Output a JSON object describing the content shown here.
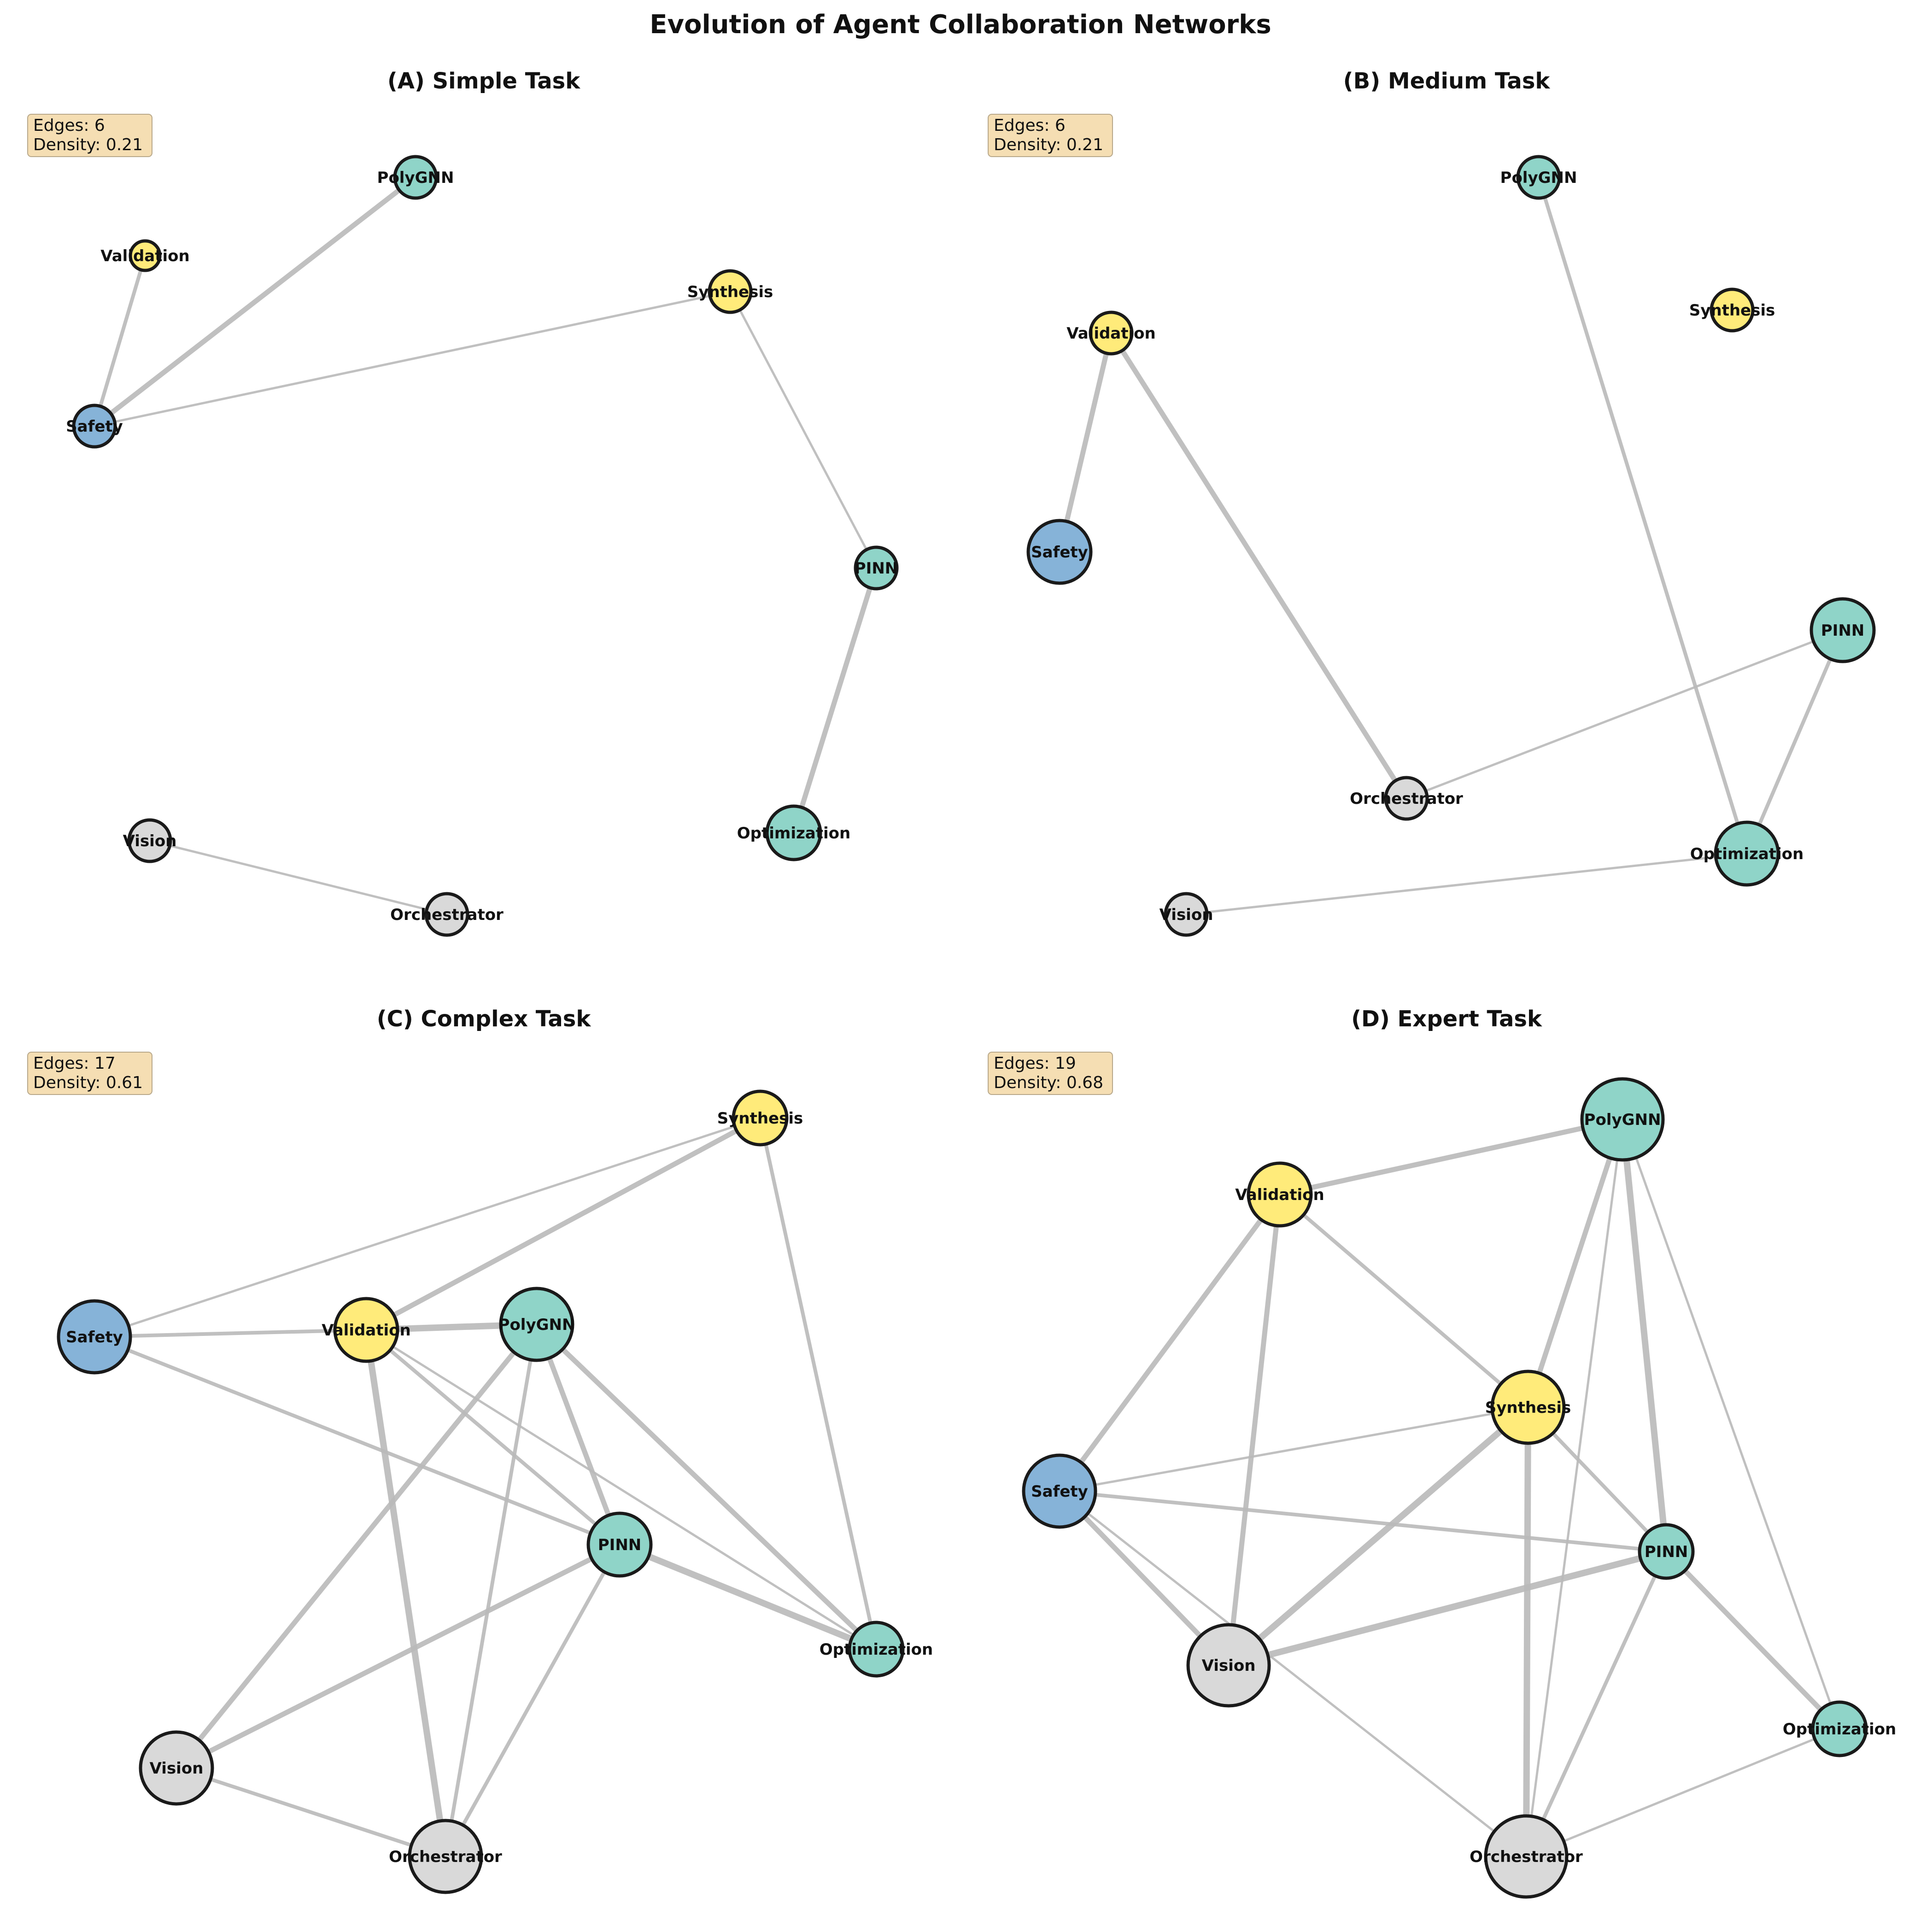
{
  "title": "Evolution of Agent Collaboration Networks",
  "colors": {
    "teal": "#8FD4C8",
    "yellow": "#FFEB7A",
    "blue": "#86B3D8",
    "gray": "#D9D9D9",
    "edge": "#B9B9B9",
    "info_bg": "#F5DEB3"
  },
  "panels": [
    {
      "id": "A",
      "title": "(A) Simple Task",
      "info": {
        "edges_text": "Edges: 6",
        "density_text": "Density: 0.21"
      },
      "nodes": [
        {
          "name": "PolyGNN",
          "color": "teal",
          "size": 1
        },
        {
          "name": "Validation",
          "color": "yellow",
          "size": 0
        },
        {
          "name": "Synthesis",
          "color": "yellow",
          "size": 1
        },
        {
          "name": "Safety",
          "color": "blue",
          "size": 1
        },
        {
          "name": "PINN",
          "color": "teal",
          "size": 1
        },
        {
          "name": "Optimization",
          "color": "teal",
          "size": 2
        },
        {
          "name": "Vision",
          "color": "gray",
          "size": 1
        },
        {
          "name": "Orchestrator",
          "color": "gray",
          "size": 1
        }
      ],
      "edges": [
        {
          "from": "Safety",
          "to": "PolyGNN",
          "weight": 3
        },
        {
          "from": "Safety",
          "to": "Validation",
          "weight": 2
        },
        {
          "from": "Safety",
          "to": "Synthesis",
          "weight": 1
        },
        {
          "from": "Synthesis",
          "to": "PINN",
          "weight": 1
        },
        {
          "from": "PINN",
          "to": "Optimization",
          "weight": 3
        },
        {
          "from": "Vision",
          "to": "Orchestrator",
          "weight": 1
        }
      ]
    },
    {
      "id": "B",
      "title": "(B) Medium Task",
      "info": {
        "edges_text": "Edges: 6",
        "density_text": "Density: 0.21"
      },
      "nodes": [
        {
          "name": "PolyGNN",
          "color": "teal",
          "size": 1
        },
        {
          "name": "Synthesis",
          "color": "yellow",
          "size": 1
        },
        {
          "name": "Validation",
          "color": "yellow",
          "size": 1
        },
        {
          "name": "Safety",
          "color": "blue",
          "size": 3
        },
        {
          "name": "PINN",
          "color": "teal",
          "size": 3
        },
        {
          "name": "Orchestrator",
          "color": "gray",
          "size": 1
        },
        {
          "name": "Optimization",
          "color": "teal",
          "size": 3
        },
        {
          "name": "Vision",
          "color": "gray",
          "size": 1
        }
      ],
      "edges": [
        {
          "from": "Validation",
          "to": "Safety",
          "weight": 3
        },
        {
          "from": "Validation",
          "to": "Orchestrator",
          "weight": 3
        },
        {
          "from": "PolyGNN",
          "to": "Optimization",
          "weight": 2
        },
        {
          "from": "Orchestrator",
          "to": "PINN",
          "weight": 1
        },
        {
          "from": "PINN",
          "to": "Optimization",
          "weight": 2
        },
        {
          "from": "Vision",
          "to": "Optimization",
          "weight": 1
        }
      ]
    },
    {
      "id": "C",
      "title": "(C) Complex Task",
      "info": {
        "edges_text": "Edges: 17",
        "density_text": "Density: 0.61"
      },
      "nodes": [
        {
          "name": "Synthesis",
          "color": "yellow",
          "size": 2
        },
        {
          "name": "Safety",
          "color": "blue",
          "size": 4
        },
        {
          "name": "Validation",
          "color": "yellow",
          "size": 3
        },
        {
          "name": "PolyGNN",
          "color": "teal",
          "size": 4
        },
        {
          "name": "PINN",
          "color": "teal",
          "size": 3
        },
        {
          "name": "Optimization",
          "color": "teal",
          "size": 2
        },
        {
          "name": "Vision",
          "color": "gray",
          "size": 4
        },
        {
          "name": "Orchestrator",
          "color": "gray",
          "size": 4
        }
      ],
      "edges": [
        {
          "from": "Safety",
          "to": "Synthesis",
          "weight": 1
        },
        {
          "from": "Validation",
          "to": "Synthesis",
          "weight": 3
        },
        {
          "from": "Synthesis",
          "to": "Optimization",
          "weight": 2
        },
        {
          "from": "Safety",
          "to": "Validation",
          "weight": 2
        },
        {
          "from": "Validation",
          "to": "PolyGNN",
          "weight": 4
        },
        {
          "from": "Safety",
          "to": "PINN",
          "weight": 2
        },
        {
          "from": "Validation",
          "to": "PINN",
          "weight": 2
        },
        {
          "from": "Validation",
          "to": "Optimization",
          "weight": 1
        },
        {
          "from": "Validation",
          "to": "Orchestrator",
          "weight": 4
        },
        {
          "from": "PolyGNN",
          "to": "PINN",
          "weight": 3
        },
        {
          "from": "PolyGNN",
          "to": "Optimization",
          "weight": 3
        },
        {
          "from": "PolyGNN",
          "to": "Vision",
          "weight": 3
        },
        {
          "from": "PolyGNN",
          "to": "Orchestrator",
          "weight": 2
        },
        {
          "from": "PINN",
          "to": "Optimization",
          "weight": 4
        },
        {
          "from": "PINN",
          "to": "Vision",
          "weight": 3
        },
        {
          "from": "PINN",
          "to": "Orchestrator",
          "weight": 2
        },
        {
          "from": "Vision",
          "to": "Orchestrator",
          "weight": 2
        }
      ]
    },
    {
      "id": "D",
      "title": "(D) Expert Task",
      "info": {
        "edges_text": "Edges: 19",
        "density_text": "Density: 0.68"
      },
      "nodes": [
        {
          "name": "PolyGNN",
          "color": "teal",
          "size": 5
        },
        {
          "name": "Validation",
          "color": "yellow",
          "size": 3
        },
        {
          "name": "Synthesis",
          "color": "yellow",
          "size": 4
        },
        {
          "name": "Safety",
          "color": "blue",
          "size": 4
        },
        {
          "name": "PINN",
          "color": "teal",
          "size": 2
        },
        {
          "name": "Vision",
          "color": "gray",
          "size": 5
        },
        {
          "name": "Optimization",
          "color": "teal",
          "size": 2
        },
        {
          "name": "Orchestrator",
          "color": "gray",
          "size": 5
        }
      ],
      "edges": [
        {
          "from": "Validation",
          "to": "PolyGNN",
          "weight": 3
        },
        {
          "from": "Validation",
          "to": "Synthesis",
          "weight": 2
        },
        {
          "from": "Validation",
          "to": "Safety",
          "weight": 3
        },
        {
          "from": "Validation",
          "to": "Vision",
          "weight": 3
        },
        {
          "from": "PolyGNN",
          "to": "Synthesis",
          "weight": 3
        },
        {
          "from": "PolyGNN",
          "to": "PINN",
          "weight": 4
        },
        {
          "from": "PolyGNN",
          "to": "Orchestrator",
          "weight": 1
        },
        {
          "from": "PolyGNN",
          "to": "Optimization",
          "weight": 1
        },
        {
          "from": "Synthesis",
          "to": "Safety",
          "weight": 1
        },
        {
          "from": "Synthesis",
          "to": "Vision",
          "weight": 4
        },
        {
          "from": "Synthesis",
          "to": "Orchestrator",
          "weight": 4
        },
        {
          "from": "Synthesis",
          "to": "PINN",
          "weight": 2
        },
        {
          "from": "Safety",
          "to": "PINN",
          "weight": 2
        },
        {
          "from": "Safety",
          "to": "Vision",
          "weight": 3
        },
        {
          "from": "Safety",
          "to": "Orchestrator",
          "weight": 1
        },
        {
          "from": "Vision",
          "to": "PINN",
          "weight": 4
        },
        {
          "from": "PINN",
          "to": "Optimization",
          "weight": 3
        },
        {
          "from": "PINN",
          "to": "Orchestrator",
          "weight": 2
        },
        {
          "from": "Orchestrator",
          "to": "Optimization",
          "weight": 1
        }
      ]
    }
  ]
}
